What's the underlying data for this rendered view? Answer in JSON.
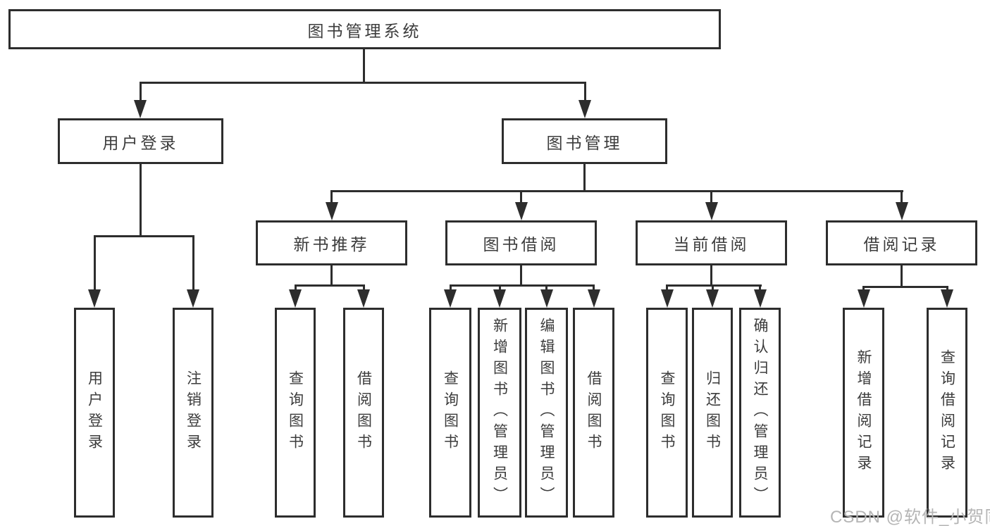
{
  "diagram": {
    "nodes": {
      "root": "图书管理系统",
      "loginBranch": "用户登录",
      "bookMgmt": "图书管理",
      "login": "用户登录",
      "logout": "注销登录",
      "newBookRec": "新书推荐",
      "bookBorrow": "图书借阅",
      "currentBorrow": "当前借阅",
      "borrowRecords": "借阅记录",
      "nbrQuery": "查询图书",
      "nbrBorrow": "借阅图书",
      "bbQuery": "查询图书",
      "bbAdd": "新增图书（管理员）",
      "bbEdit": "编辑图书（管理员）",
      "bbBorrow": "借阅图书",
      "cbQuery": "查询图书",
      "cbReturn": "归还图书",
      "cbConfirm": "确认归还（管理员）",
      "brAdd": "新增借阅记录",
      "brQuery": "查询借阅记录"
    },
    "tree": {
      "label": "图书管理系统",
      "children": [
        {
          "label": "用户登录",
          "children": [
            {
              "label": "用户登录"
            },
            {
              "label": "注销登录"
            }
          ]
        },
        {
          "label": "图书管理",
          "children": [
            {
              "label": "新书推荐",
              "children": [
                {
                  "label": "查询图书"
                },
                {
                  "label": "借阅图书"
                }
              ]
            },
            {
              "label": "图书借阅",
              "children": [
                {
                  "label": "查询图书"
                },
                {
                  "label": "新增图书（管理员）"
                },
                {
                  "label": "编辑图书（管理员）"
                },
                {
                  "label": "借阅图书"
                }
              ]
            },
            {
              "label": "当前借阅",
              "children": [
                {
                  "label": "查询图书"
                },
                {
                  "label": "归还图书"
                },
                {
                  "label": "确认归还（管理员）"
                }
              ]
            },
            {
              "label": "借阅记录",
              "children": [
                {
                  "label": "新增借阅记录"
                },
                {
                  "label": "查询借阅记录"
                }
              ]
            }
          ]
        }
      ]
    },
    "colors": {
      "line": "#2d2d2d",
      "text": "#3c3c3c",
      "background": "#ffffff",
      "watermark": "#b5b5b5"
    }
  },
  "watermark": {
    "text": "CSDN @软件_小贺同学"
  }
}
